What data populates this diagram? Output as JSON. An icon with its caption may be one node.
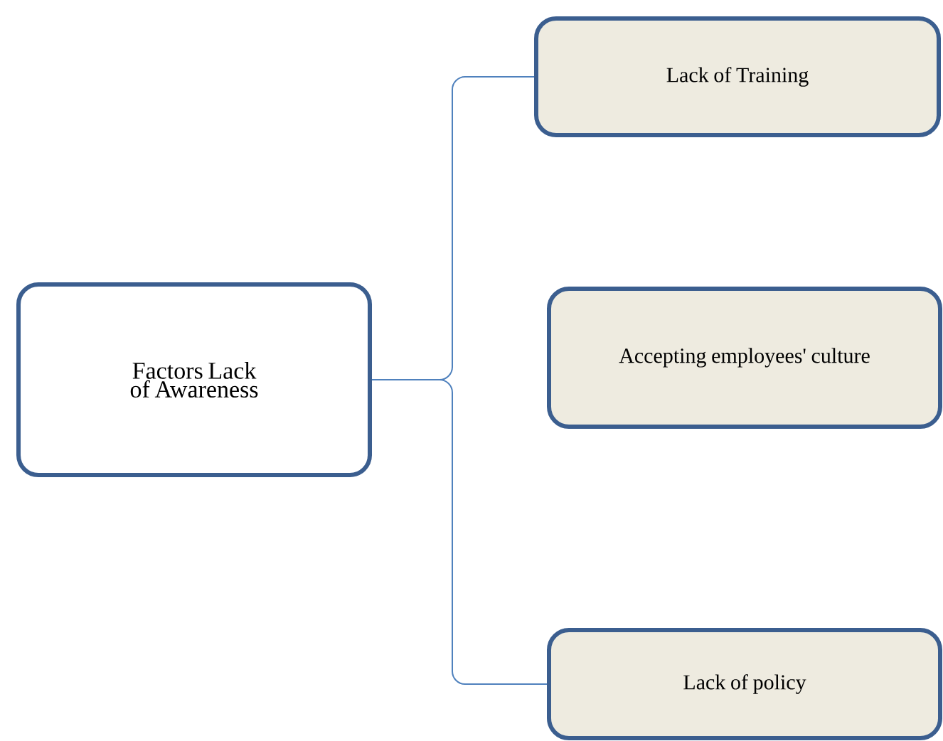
{
  "diagram": {
    "nodes": [
      {
        "text": [
          "Factors Lack of Awareness"
        ]
      },
      {
        "text": [
          "Lack of Training"
        ]
      },
      {
        "text": [
          "Accepting employees' culture"
        ]
      },
      {
        "text": [
          "Lack of policy"
        ]
      }
    ],
    "edges": [
      {
        "from": 0,
        "to": 1,
        "arrow": "none"
      },
      {
        "from": 0,
        "to": 3,
        "arrow": "none"
      }
    ]
  }
}
